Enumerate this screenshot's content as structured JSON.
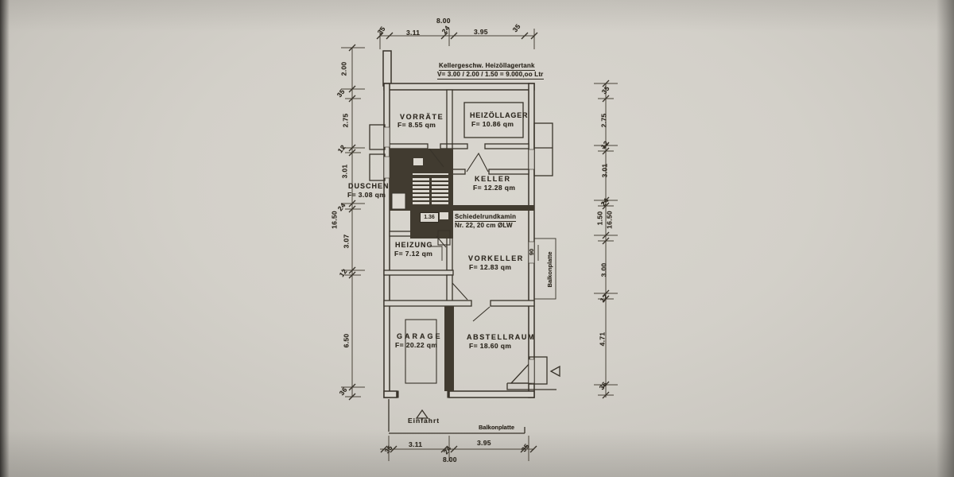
{
  "header": {
    "title_line1": "Kellergeschw. Heizöllagertank",
    "title_line2": "V= 3.00 / 2.00 / 1.50 = 9.000,oo Ltr"
  },
  "rooms": [
    {
      "name": "VORRÄTE",
      "area": "F= 8.55 qm"
    },
    {
      "name": "HEIZÖLLAGER",
      "area": "F= 10.86 qm"
    },
    {
      "name": "KELLER",
      "area": "F= 12.28 qm"
    },
    {
      "name": "DUSCHEN",
      "area": "F= 3.08 qm"
    },
    {
      "name": "HEIZUNG",
      "area": "F= 7.12 qm"
    },
    {
      "name": "VORKELLER",
      "area": "F= 12.83 qm"
    },
    {
      "name": "GARAGE",
      "area": "F= 20.22 qm"
    },
    {
      "name": "ABSTELLRAUM",
      "area": "F= 18.60 qm"
    }
  ],
  "annotations": {
    "chimney_line1": "Schiedelrundkamin",
    "chimney_line2": "Nr. 22, 20 cm ØLW",
    "stair_width": "1.36",
    "einfahrt": "Einfahrt",
    "balkonplatte_bottom": "Balkonplatte",
    "balkonplatte_right": "Balkonplatte",
    "balcony_depth": "90"
  },
  "dimensions": {
    "top": {
      "overall": "8.00",
      "segments": [
        "35",
        "3.11",
        "24",
        "3.95",
        "35"
      ]
    },
    "bottom": {
      "overall": "8.00",
      "segments": [
        "35",
        "3.11",
        "24",
        "3.95",
        "35"
      ]
    },
    "left": {
      "overall": "16.50",
      "above": "2.00",
      "segments": [
        "35",
        "2.75",
        "12",
        "3.01",
        "24",
        "3.07",
        "12",
        "6.50",
        "36"
      ]
    },
    "right": {
      "overall": "16.50",
      "extra": "1.50",
      "segments": [
        "35",
        "2.75",
        "12",
        "3.01",
        "24",
        "3.00",
        "12",
        "4.71",
        "36"
      ]
    }
  }
}
